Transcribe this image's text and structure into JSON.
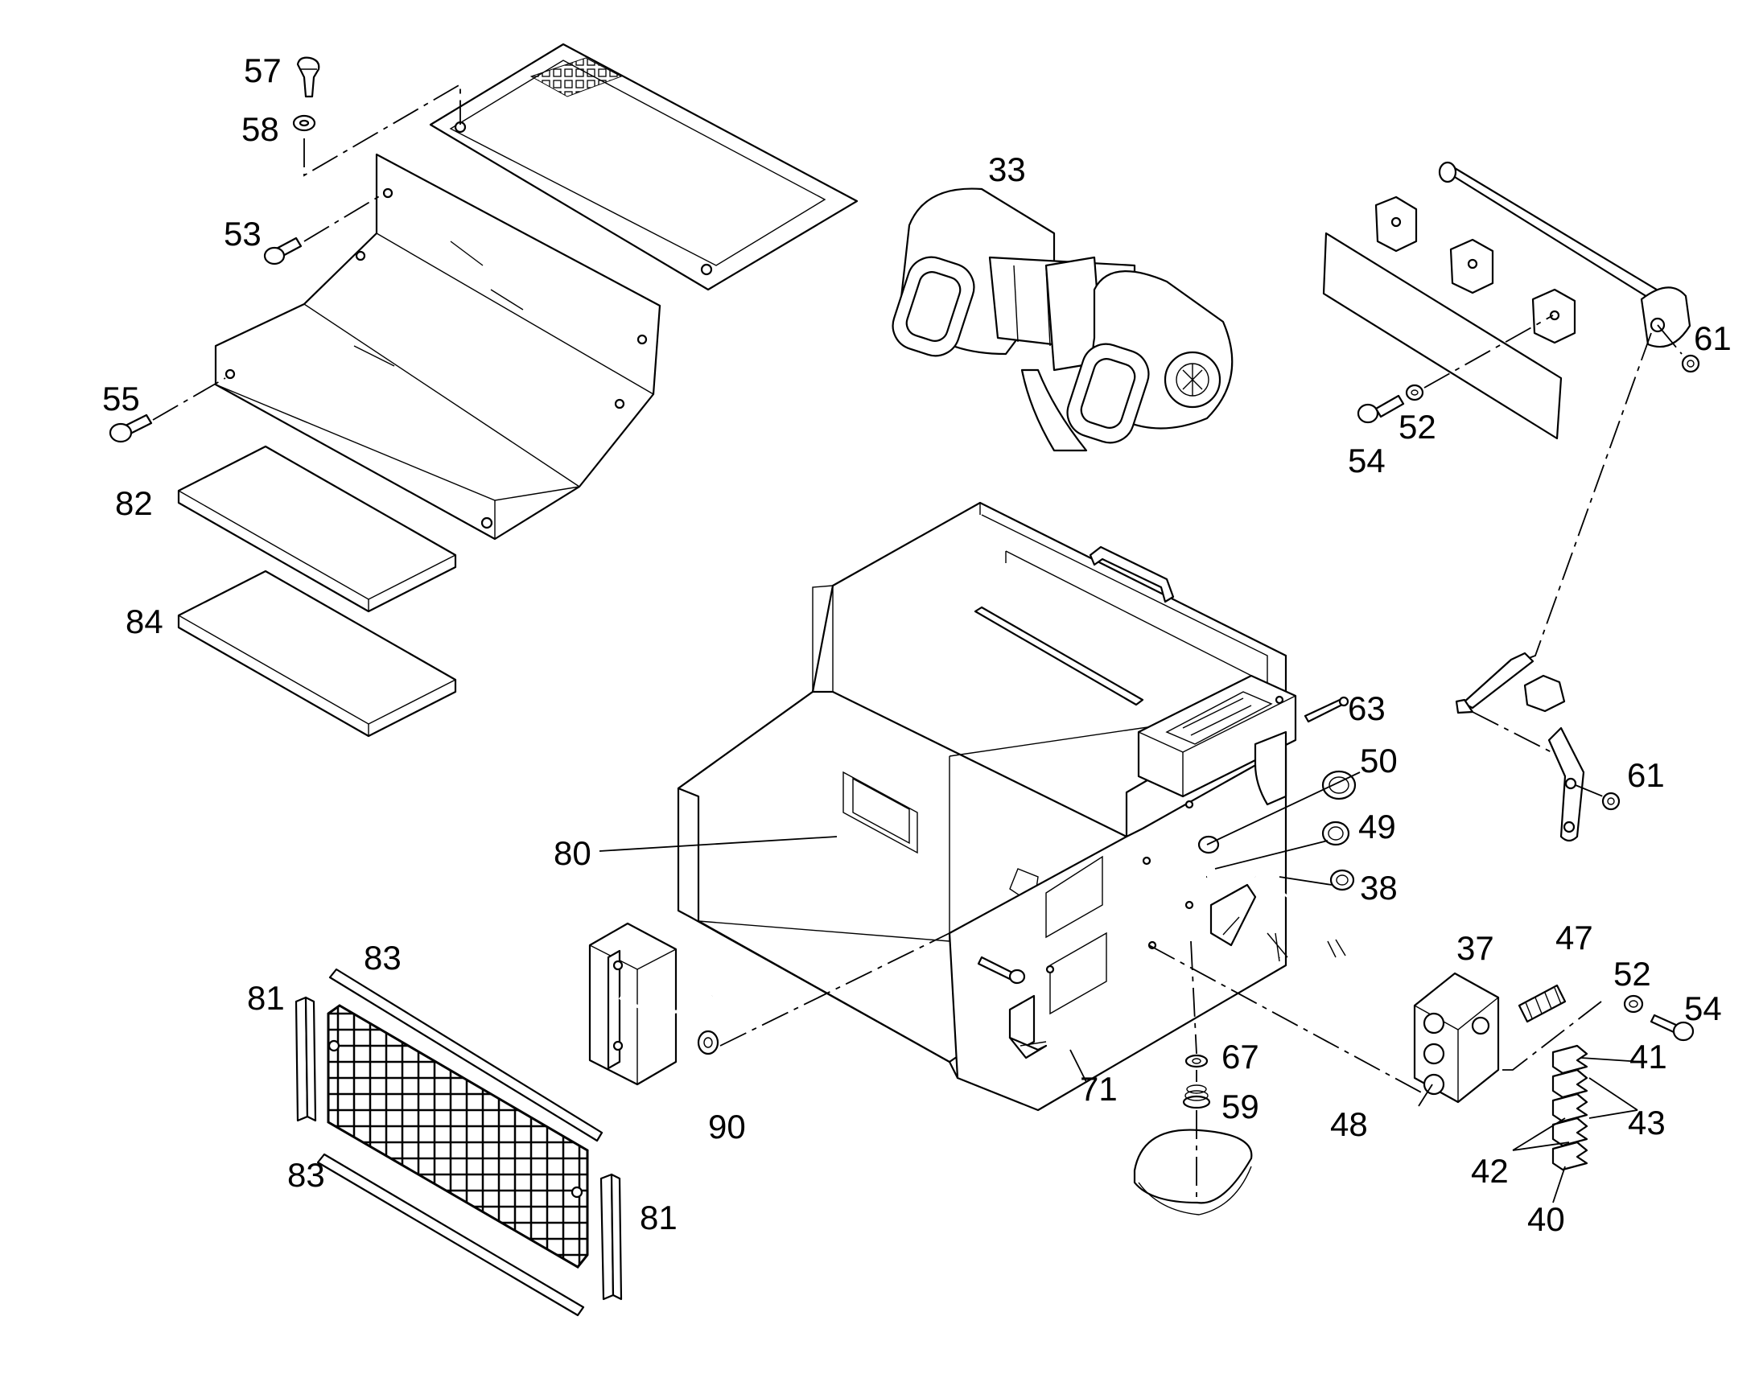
{
  "callouts": [
    {
      "id": "c57",
      "text": "57"
    },
    {
      "id": "c58",
      "text": "58"
    },
    {
      "id": "c53",
      "text": "53"
    },
    {
      "id": "c55",
      "text": "55"
    },
    {
      "id": "c82",
      "text": "82"
    },
    {
      "id": "c84",
      "text": "84"
    },
    {
      "id": "c33",
      "text": "33"
    },
    {
      "id": "c61a",
      "text": "61"
    },
    {
      "id": "c52a",
      "text": "52"
    },
    {
      "id": "c54a",
      "text": "54"
    },
    {
      "id": "c63",
      "text": "63"
    },
    {
      "id": "c50",
      "text": "50"
    },
    {
      "id": "c49",
      "text": "49"
    },
    {
      "id": "c38",
      "text": "38"
    },
    {
      "id": "c61b",
      "text": "61"
    },
    {
      "id": "c80",
      "text": "80"
    },
    {
      "id": "c83a",
      "text": "83"
    },
    {
      "id": "c81a",
      "text": "81"
    },
    {
      "id": "c83b",
      "text": "83"
    },
    {
      "id": "c81b",
      "text": "81"
    },
    {
      "id": "c90",
      "text": "90"
    },
    {
      "id": "c71",
      "text": "71"
    },
    {
      "id": "c67",
      "text": "67"
    },
    {
      "id": "c59",
      "text": "59"
    },
    {
      "id": "c37",
      "text": "37"
    },
    {
      "id": "c47",
      "text": "47"
    },
    {
      "id": "c52b",
      "text": "52"
    },
    {
      "id": "c54b",
      "text": "54"
    },
    {
      "id": "c41",
      "text": "41"
    },
    {
      "id": "c43",
      "text": "43"
    },
    {
      "id": "c48",
      "text": "48"
    },
    {
      "id": "c42",
      "text": "42"
    },
    {
      "id": "c40",
      "text": "40"
    }
  ]
}
